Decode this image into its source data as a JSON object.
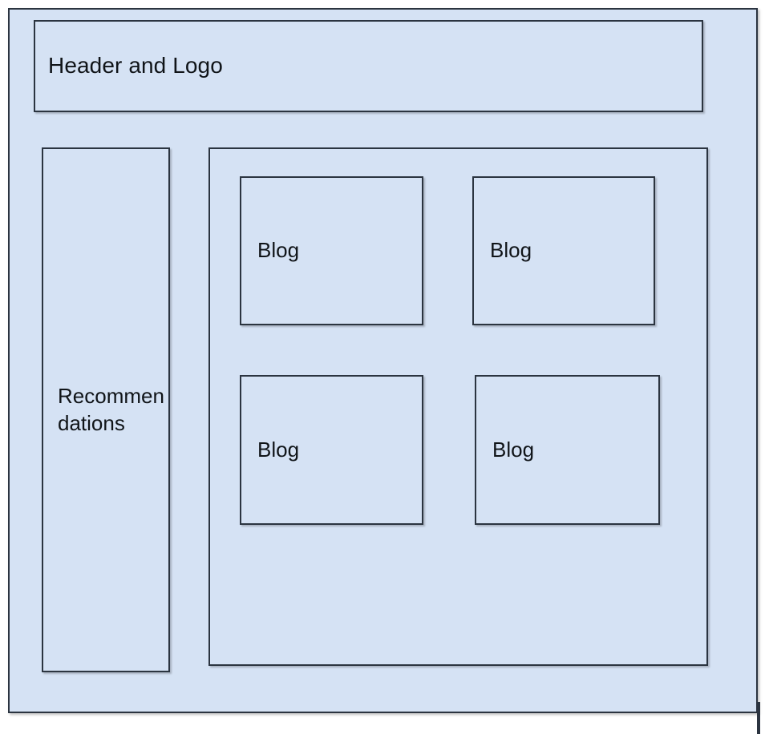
{
  "page": {
    "background_color": "#ffffff",
    "box_fill_color": "#d5e2f4",
    "box_border_color": "#2b3440",
    "text_color": "#101418"
  },
  "frame": {
    "name": "page-wireframe-frame"
  },
  "header": {
    "label": "Header and Logo"
  },
  "sidebar": {
    "label": "Recommendations"
  },
  "content": {
    "name": "main-content-panel",
    "blog_cards": [
      {
        "label": "Blog"
      },
      {
        "label": "Blog"
      },
      {
        "label": "Blog"
      },
      {
        "label": "Blog"
      }
    ]
  }
}
